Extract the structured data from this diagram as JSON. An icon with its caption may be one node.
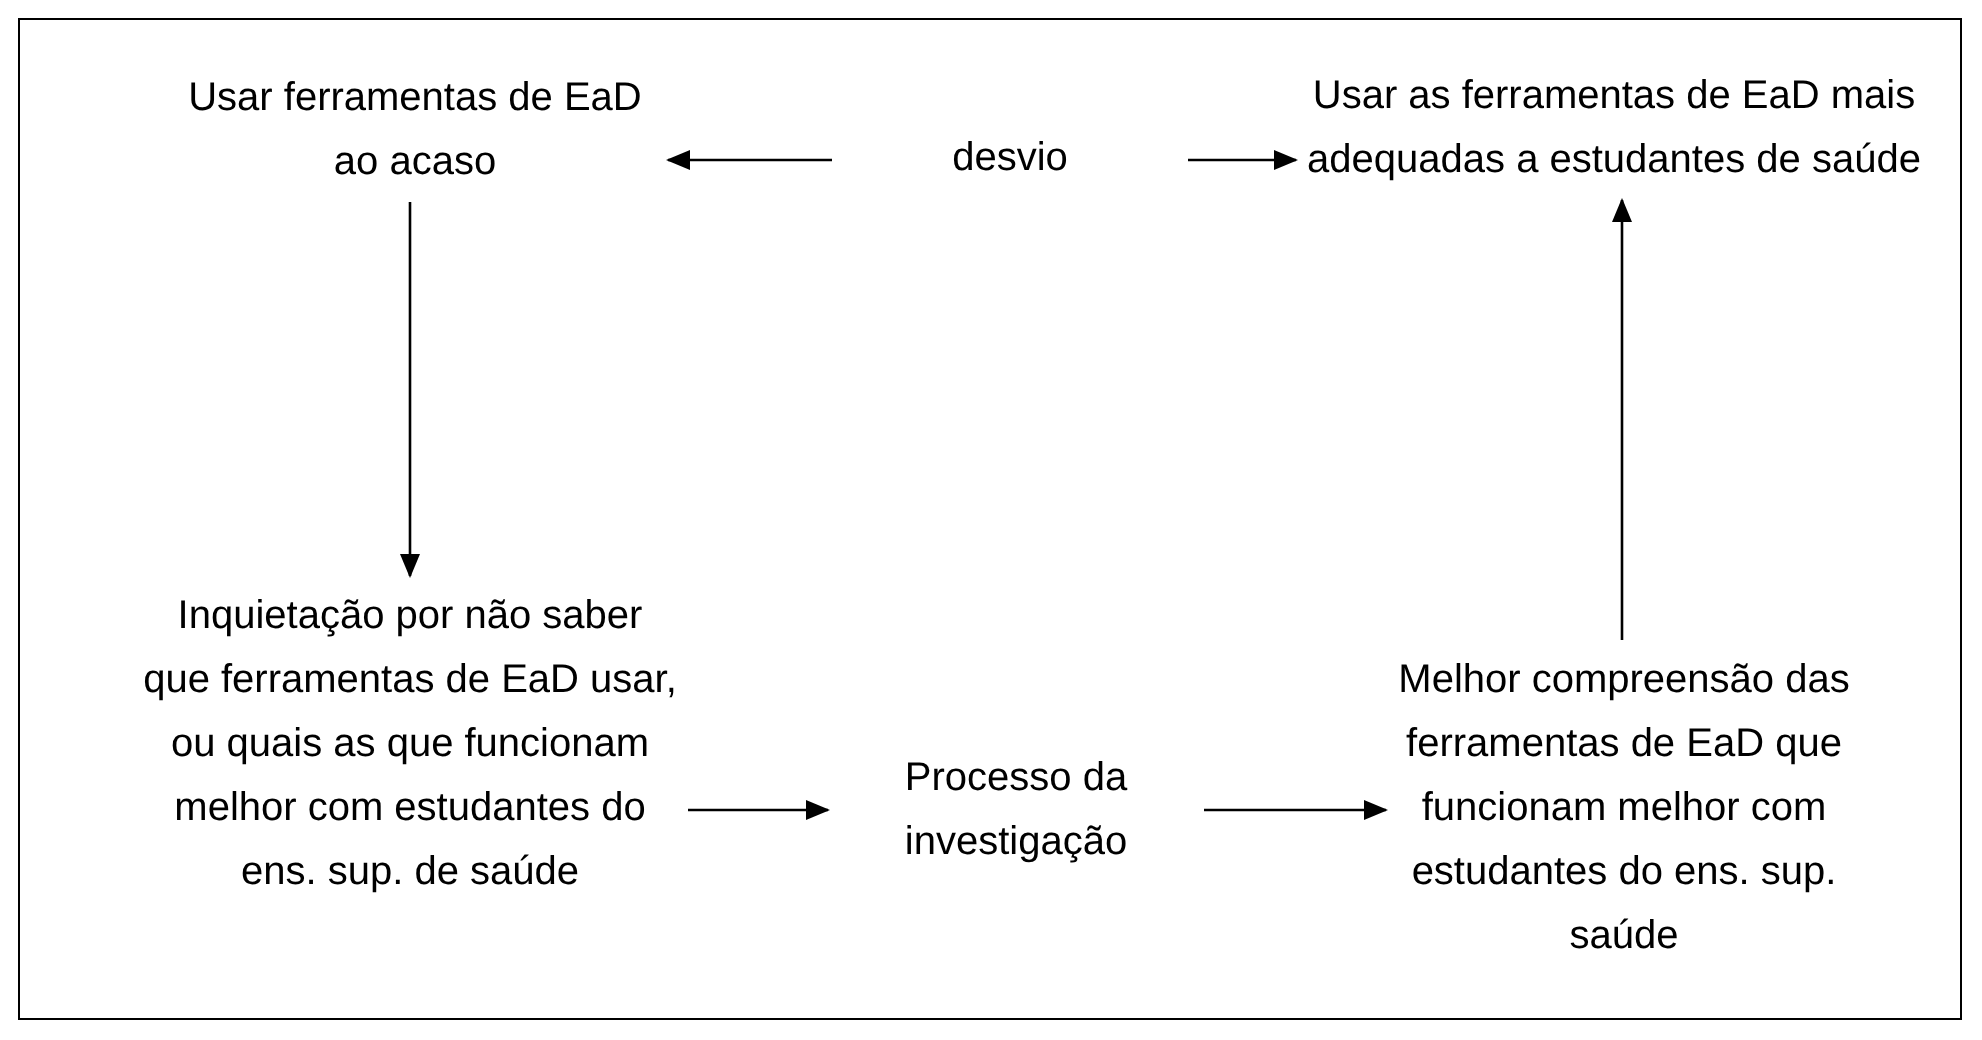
{
  "diagram": {
    "nodes": [
      {
        "text": [
          "Usar ferramentas de EaD ao acaso"
        ]
      },
      {
        "text": [
          "desvio"
        ]
      },
      {
        "text": [
          "Usar as ferramentas de EaD mais adequadas a estudantes de saúde"
        ]
      },
      {
        "text": [
          "Inquietação por não saber que ferramentas de EaD usar, ou quais as que funcionam melhor com estudantes do ens. sup. de saúde"
        ]
      },
      {
        "text": [
          "Processo da investigação"
        ]
      },
      {
        "text": [
          "Melhor compreensão das ferramentas de EaD que funcionam melhor com estudantes do ens. sup. saúde"
        ]
      }
    ],
    "edges": [
      {
        "from": 1,
        "to": 0,
        "arrow": "to"
      },
      {
        "from": 1,
        "to": 2,
        "arrow": "to"
      },
      {
        "from": 0,
        "to": 3,
        "arrow": "to"
      },
      {
        "from": 3,
        "to": 4,
        "arrow": "to"
      },
      {
        "from": 4,
        "to": 5,
        "arrow": "to"
      },
      {
        "from": 5,
        "to": 2,
        "arrow": "to"
      }
    ]
  }
}
